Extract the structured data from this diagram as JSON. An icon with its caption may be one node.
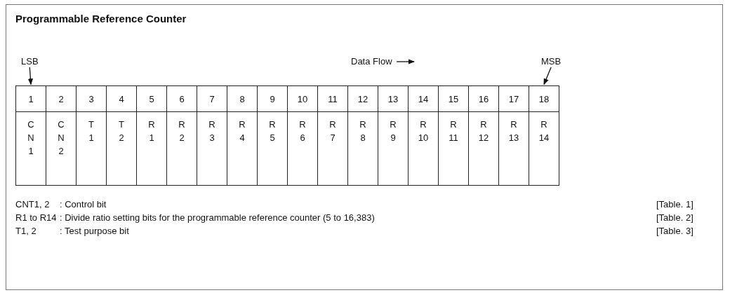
{
  "diagram": {
    "title": "Programmable Reference Counter",
    "nodes": [
      {
        "text": [
          "LSB"
        ]
      },
      {
        "text": [
          "MSB"
        ]
      },
      {
        "text": [
          "1"
        ]
      },
      {
        "text": [
          "18"
        ]
      }
    ],
    "edges": [
      {
        "from": 0,
        "to": 2,
        "arrow": "to"
      },
      {
        "from": 1,
        "to": 3,
        "arrow": "to"
      }
    ],
    "labels": [
      "Data Flow",
      "2",
      "3",
      "4",
      "5",
      "6",
      "7",
      "8",
      "9",
      "10",
      "11",
      "12",
      "13",
      "14",
      "15",
      "16",
      "17",
      "C N 1",
      "C N 2",
      "T 1",
      "T 2",
      "R 1",
      "R 2",
      "R 3",
      "R 4",
      "R 5",
      "R 6",
      "R 7",
      "R 8",
      "R 9",
      "R 10",
      "R 11",
      "R 12",
      "R 13",
      "R 14",
      "CNT1, 2",
      ": Control bit",
      "[Table. 1]",
      "R1 to R14",
      ": Divide ratio setting bits for the programmable reference counter (5 to 16,383)",
      "[Table. 2]",
      "T1, 2",
      ": Test purpose bit",
      "[Table. 3]"
    ]
  }
}
